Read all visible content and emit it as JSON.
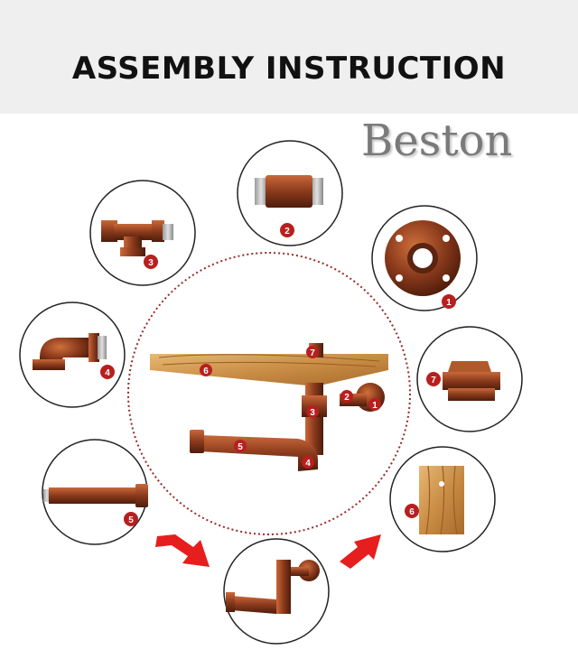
{
  "header": {
    "title": "ASSEMBLY INSTRUCTION"
  },
  "brand": {
    "name": "Beston"
  },
  "parts": [
    {
      "number": "1",
      "part": "flange"
    },
    {
      "number": "2",
      "part": "nipple"
    },
    {
      "number": "3",
      "part": "tee"
    },
    {
      "number": "4",
      "part": "elbow"
    },
    {
      "number": "5",
      "part": "long-pipe"
    },
    {
      "number": "6",
      "part": "wood-board"
    },
    {
      "number": "7",
      "part": "end-cap"
    }
  ],
  "colors": {
    "banner": "#efefef",
    "copper": "#8a3a1c",
    "badge": "#b81f1f",
    "arrow": "#e61e1e",
    "wood": "#d9a25a"
  }
}
